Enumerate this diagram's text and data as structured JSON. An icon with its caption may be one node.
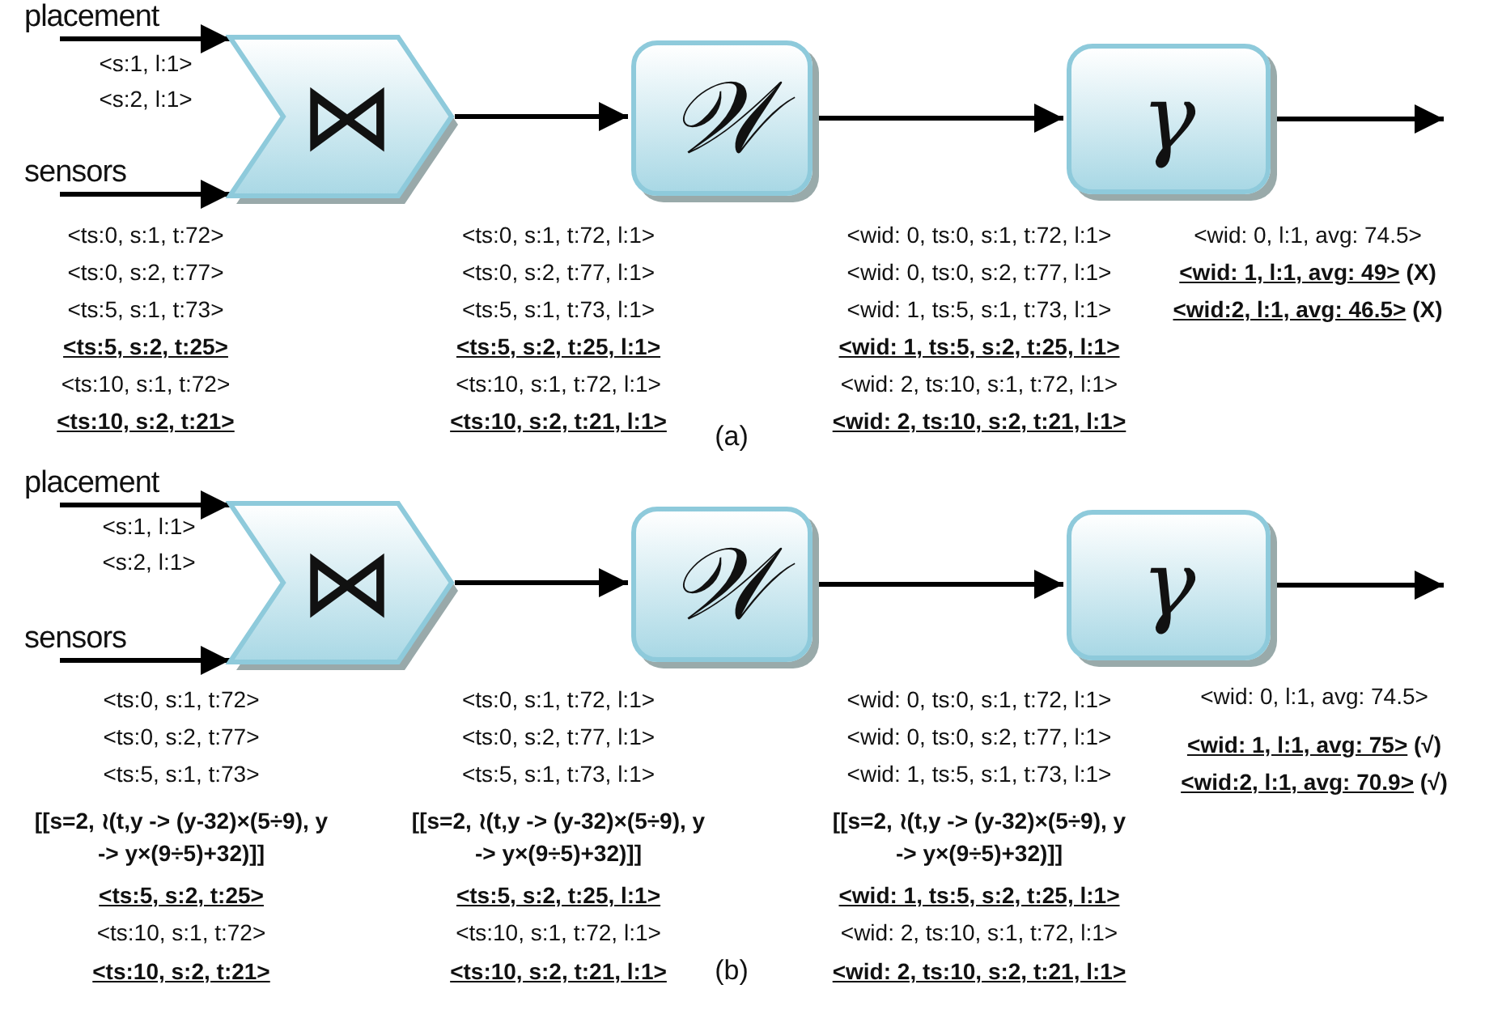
{
  "diagram": {
    "nodes": [
      {
        "text": [
          "placement"
        ]
      },
      {
        "text": [
          "sensors"
        ]
      },
      {
        "text": [
          "⋈"
        ]
      },
      {
        "text": [
          "𝒲"
        ]
      },
      {
        "text": [
          "γ"
        ]
      },
      {
        "text": [
          "placement"
        ]
      },
      {
        "text": [
          "sensors"
        ]
      },
      {
        "text": [
          "⋈"
        ]
      },
      {
        "text": [
          "𝒲"
        ]
      },
      {
        "text": [
          "γ"
        ]
      }
    ],
    "edges": [
      {
        "from": 0,
        "to": 2,
        "arrow": "to"
      },
      {
        "from": 1,
        "to": 2,
        "arrow": "to"
      },
      {
        "from": 2,
        "to": 3,
        "arrow": "to"
      },
      {
        "from": 3,
        "to": 4,
        "arrow": "to"
      },
      {
        "from": 4,
        "to": null,
        "arrow": "to"
      },
      {
        "from": 5,
        "to": 7,
        "arrow": "to"
      },
      {
        "from": 6,
        "to": 7,
        "arrow": "to"
      },
      {
        "from": 7,
        "to": 8,
        "arrow": "to"
      },
      {
        "from": 8,
        "to": 9,
        "arrow": "to"
      },
      {
        "from": 9,
        "to": null,
        "arrow": "to"
      }
    ],
    "labels": [
      "<s:1, l:1>",
      "<s:2, l:1>",
      "<ts:0, s:1, t:72>",
      "<ts:0, s:2, t:77>",
      "<ts:5, s:1, t:73>",
      "<ts:5, s:2, t:25>",
      "<ts:10, s:1, t:72>",
      "<ts:10, s:2, t:21>",
      "<ts:0, s:1, t:72, l:1>",
      "<ts:0, s:2, t:77, l:1>",
      "<ts:5, s:1, t:73, l:1>",
      "<ts:5, s:2, t:25, l:1>",
      "<ts:10, s:1, t:72, l:1>",
      "<ts:10, s:2, t:21, l:1>",
      "<wid: 0, ts:0, s:1, t:72, l:1>",
      "<wid: 0, ts:0, s:2, t:77, l:1>",
      "<wid: 1, ts:5, s:1, t:73, l:1>",
      "<wid: 1, ts:5, s:2, t:25, l:1>",
      "<wid: 2, ts:10, s:1, t:72, l:1>",
      "<wid: 2, ts:10, s:2, t:21, l:1>",
      "<wid: 0, l:1, avg: 74.5>",
      "<wid: 1, l:1, avg: 49> (X)",
      "<wid:2, l:1, avg: 46.5> (X)",
      "(a)",
      "<s:1, l:1>",
      "<s:2, l:1>",
      "<ts:0, s:1, t:72>",
      "<ts:0, s:2, t:77>",
      "<ts:5, s:1, t:73>",
      "[[s=2, ≀(t,y -> (y-32)×(5÷9), y -> y×(9÷5)+32)]]",
      "<ts:5, s:2, t:25>",
      "<ts:10, s:1, t:72>",
      "<ts:10, s:2, t:21>",
      "<ts:0, s:1, t:72, l:1>",
      "<ts:0, s:2, t:77, l:1>",
      "<ts:5, s:1, t:73, l:1>",
      "[[s=2, ≀(t,y -> (y-32)×(5÷9), y -> y×(9÷5)+32)]]",
      "<ts:5, s:2, t:25, l:1>",
      "<ts:10, s:1, t:72, l:1>",
      "<ts:10, s:2, t:21, l:1>",
      "<wid: 0, ts:0, s:1, t:72, l:1>",
      "<wid: 0, ts:0, s:2, t:77, l:1>",
      "<wid: 1, ts:5, s:1, t:73, l:1>",
      "[[s=2, ≀(t,y -> (y-32)×(5÷9), y -> y×(9÷5)+32)]]",
      "<wid: 1, ts:5, s:2, t:25, l:1>",
      "<wid: 2, ts:10, s:1, t:72, l:1>",
      "<wid: 2, ts:10, s:2, t:21, l:1>",
      "<wid: 0, l:1, avg: 74.5>",
      "<wid: 1, l:1, avg: 75> (√)",
      "<wid:2, l:1, avg: 70.9> (√)",
      "(b)"
    ]
  }
}
